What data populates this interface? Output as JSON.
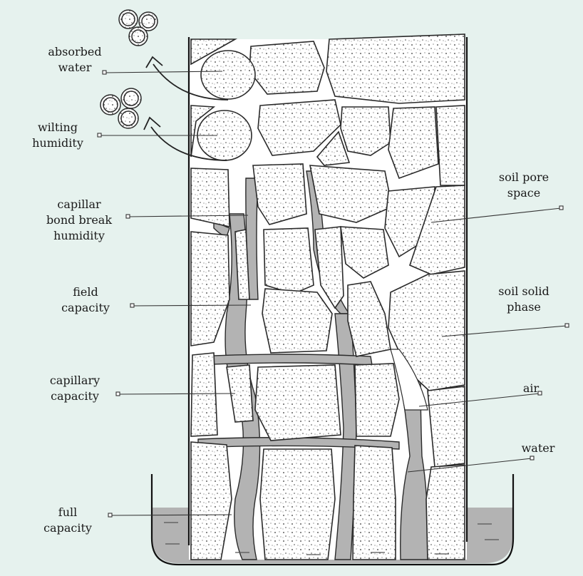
{
  "diagram": {
    "labels": {
      "absorbed_water": [
        "absorbed",
        "water"
      ],
      "wilting_humidity": [
        "wilting",
        "humidity"
      ],
      "capillar_bond_break_humidity": [
        "capillar",
        "bond break",
        "humidity"
      ],
      "field_capacity": [
        "field",
        "capacity"
      ],
      "capillary_capacity": [
        "capillary",
        "capacity"
      ],
      "full_capacity": [
        "full",
        "capacity"
      ],
      "soil_pore_space": [
        "soil pore",
        "space"
      ],
      "soil_solid_phase": [
        "soil solid",
        "phase"
      ],
      "air": [
        "air"
      ],
      "water": [
        "water"
      ]
    },
    "colors": {
      "background": "#e6f2ee",
      "particle_fill": "#ffffff",
      "water_fill": "#b3b3b3",
      "outline": "#2a2a2a"
    }
  }
}
